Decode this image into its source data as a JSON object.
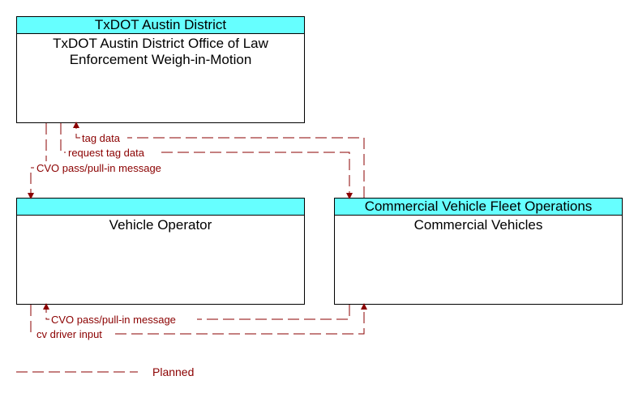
{
  "elements": {
    "txdot_weigh": {
      "header": "TxDOT Austin District",
      "body_line1": "TxDOT Austin District Office of Law",
      "body_line2": "Enforcement Weigh-in-Motion"
    },
    "vehicle_operator": {
      "header": "",
      "body_line1": "Vehicle Operator"
    },
    "commercial_vehicles": {
      "header": "Commercial Vehicle Fleet Operations",
      "body_line1": "Commercial Vehicles"
    }
  },
  "flows": {
    "tag_data": "tag data",
    "request_tag_data": "request tag data",
    "cvo_pass_top": "CVO pass/pull-in message",
    "cvo_pass_bottom": "CVO pass/pull-in message",
    "cv_driver_input": "cv driver input"
  },
  "legend": {
    "planned": "Planned"
  },
  "colors": {
    "header_fill": "#66ffff",
    "flow_color": "#8b0000"
  }
}
